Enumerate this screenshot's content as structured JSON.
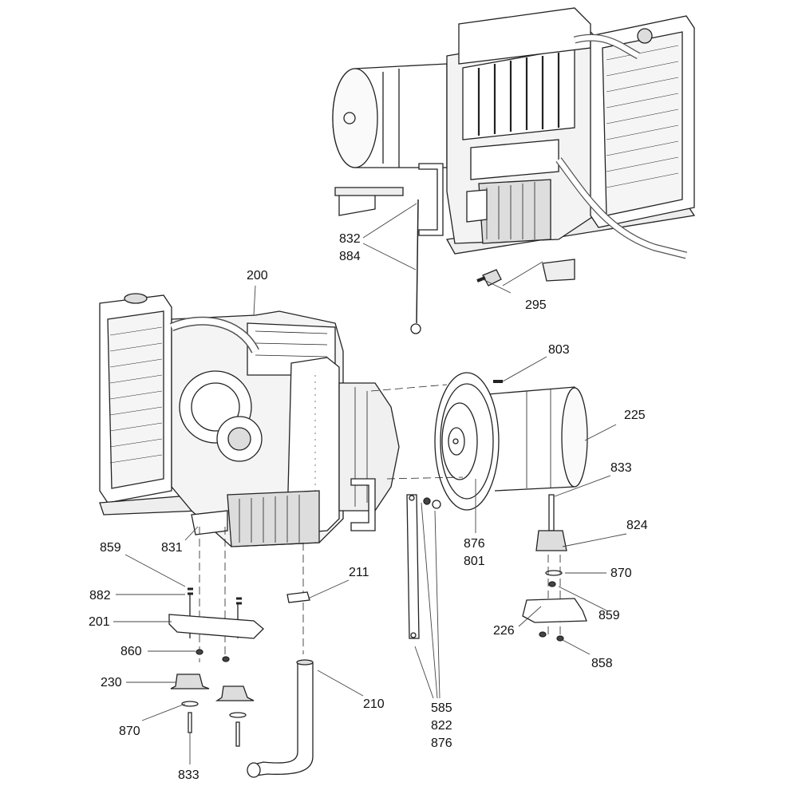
{
  "diagram": {
    "type": "exploded-parts-diagram",
    "subject": "engine-generator assembly",
    "callouts": [
      {
        "id": "c832",
        "lines": [
          "832",
          "884"
        ]
      },
      {
        "id": "c295",
        "lines": [
          "295"
        ]
      },
      {
        "id": "c200",
        "lines": [
          "200"
        ]
      },
      {
        "id": "c803",
        "lines": [
          "803"
        ]
      },
      {
        "id": "c225",
        "lines": [
          "225"
        ]
      },
      {
        "id": "c833a",
        "lines": [
          "833"
        ]
      },
      {
        "id": "c824",
        "lines": [
          "824"
        ]
      },
      {
        "id": "c876",
        "lines": [
          "876",
          "801"
        ]
      },
      {
        "id": "c870a",
        "lines": [
          "870"
        ]
      },
      {
        "id": "c859a",
        "lines": [
          "859"
        ]
      },
      {
        "id": "c226",
        "lines": [
          "226"
        ]
      },
      {
        "id": "c858",
        "lines": [
          "858"
        ]
      },
      {
        "id": "c859b",
        "lines": [
          "859"
        ]
      },
      {
        "id": "c831",
        "lines": [
          "831"
        ]
      },
      {
        "id": "c882",
        "lines": [
          "882"
        ]
      },
      {
        "id": "c201",
        "lines": [
          "201"
        ]
      },
      {
        "id": "c211",
        "lines": [
          "211"
        ]
      },
      {
        "id": "c860",
        "lines": [
          "860"
        ]
      },
      {
        "id": "c230",
        "lines": [
          "230"
        ]
      },
      {
        "id": "c210",
        "lines": [
          "210"
        ]
      },
      {
        "id": "c870b",
        "lines": [
          "870"
        ]
      },
      {
        "id": "c833b",
        "lines": [
          "833"
        ]
      },
      {
        "id": "c585",
        "lines": [
          "585",
          "822",
          "876"
        ]
      }
    ]
  }
}
